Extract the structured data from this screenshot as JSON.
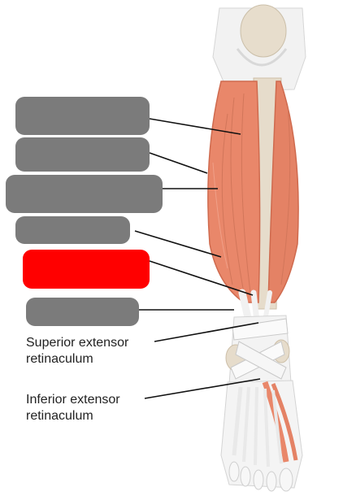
{
  "colors": {
    "background": "#ffffff",
    "muscle": "#e9876a",
    "muscle_dark": "#cf6a4e",
    "tendon": "#f1f1f1",
    "bone": "#e6dccb",
    "label_box": "#7b7b7b",
    "highlight_box": "#ff0000",
    "leader_line": "#111111",
    "caption_text": "#222222"
  },
  "label_boxes": [
    {
      "name": "label-box-1",
      "highlighted": false
    },
    {
      "name": "label-box-2",
      "highlighted": false
    },
    {
      "name": "label-box-3",
      "highlighted": false
    },
    {
      "name": "label-box-4",
      "highlighted": false
    },
    {
      "name": "label-box-5",
      "highlighted": true
    },
    {
      "name": "label-box-6",
      "highlighted": false
    }
  ],
  "captions": {
    "superior": {
      "line1": "Superior extensor",
      "line2": "retinaculum"
    },
    "inferior": {
      "line1": "Inferior extensor",
      "line2": "retinaculum"
    }
  }
}
